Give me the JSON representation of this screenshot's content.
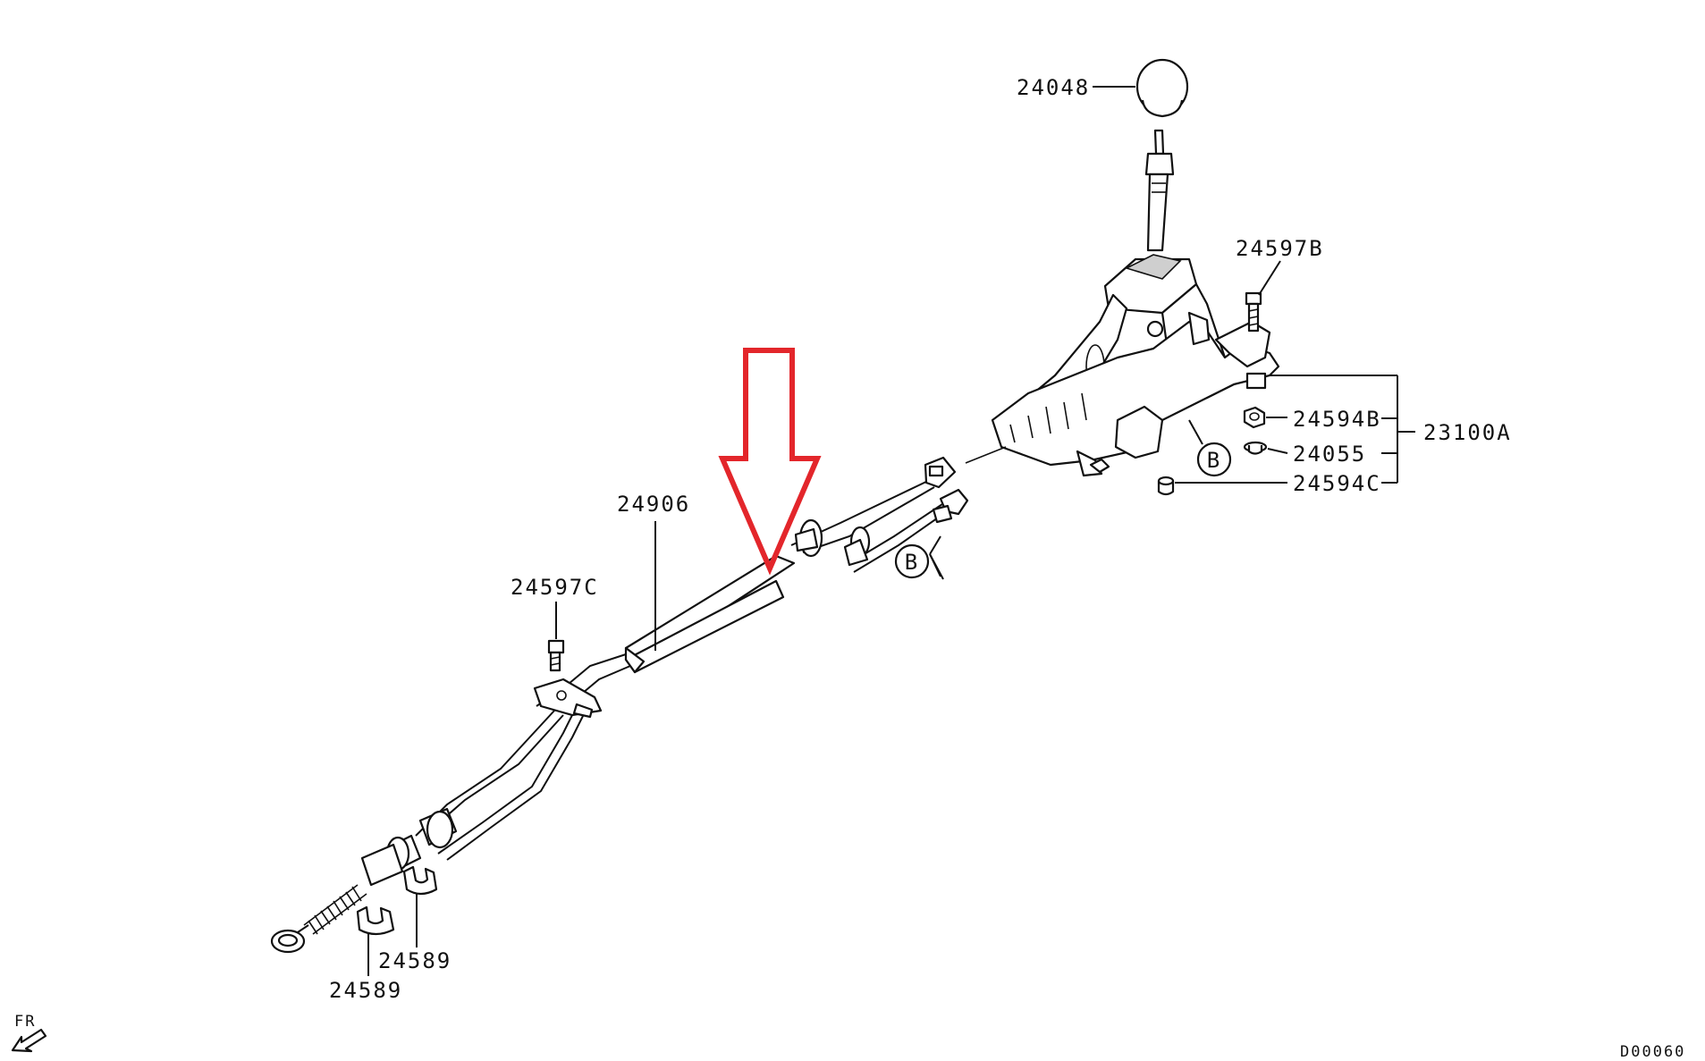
{
  "labels": {
    "knob": "24048",
    "bolt_upper": "24597B",
    "nut": "24594B",
    "bushing": "24055",
    "collar": "24594C",
    "assembly": "23100A",
    "cable": "24906",
    "bolt_lower": "24597C",
    "clip_right": "24589",
    "clip_left": "24589",
    "ref_b_upper": "B",
    "ref_b_lower": "B",
    "direction": "FR",
    "diagram_code": "D00060"
  },
  "colors": {
    "arrow": "#e3262b",
    "line": "#111111"
  },
  "icons": {
    "direction_marker": "front-direction-arrow-icon",
    "highlight_arrow": "down-arrow-icon"
  }
}
